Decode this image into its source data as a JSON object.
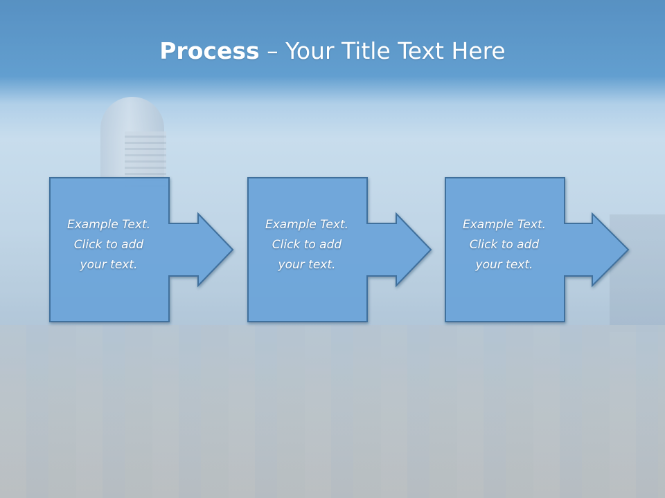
{
  "slide": {
    "title_strong": "Process",
    "title_rest": " – Your Title Text Here"
  },
  "steps": [
    {
      "line1": "Example Text.",
      "line2": "Click  to add",
      "line3": "your text."
    },
    {
      "line1": "Example Text.",
      "line2": "Click  to add",
      "line3": "your text."
    },
    {
      "line1": "Example Text.",
      "line2": "Click  to add",
      "line3": "your text."
    }
  ],
  "colors": {
    "shape_fill": "#6fa7dc",
    "shape_stroke": "#3f6f9c",
    "title_bar": "#3d7fb8"
  },
  "icons": [
    "right-arrow-icon"
  ]
}
